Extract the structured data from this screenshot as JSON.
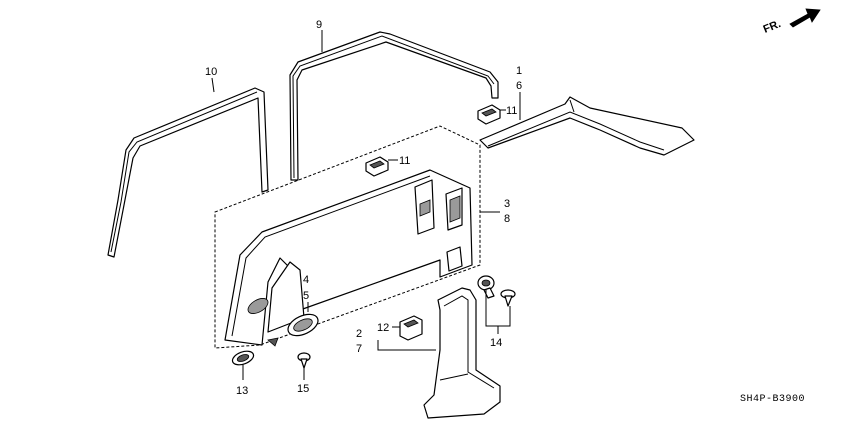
{
  "diagram": {
    "labels": {
      "l1": "1",
      "l6": "6",
      "l9": "9",
      "l10": "10",
      "l11a": "11",
      "l11b": "11",
      "l3": "3",
      "l8": "8",
      "l4": "4",
      "l5": "5",
      "l2": "2",
      "l7": "7",
      "l12": "12",
      "l14": "14",
      "l13": "13",
      "l15": "15"
    },
    "direction_marker": "FR.",
    "drawing_code": "SH4P-B3900"
  }
}
